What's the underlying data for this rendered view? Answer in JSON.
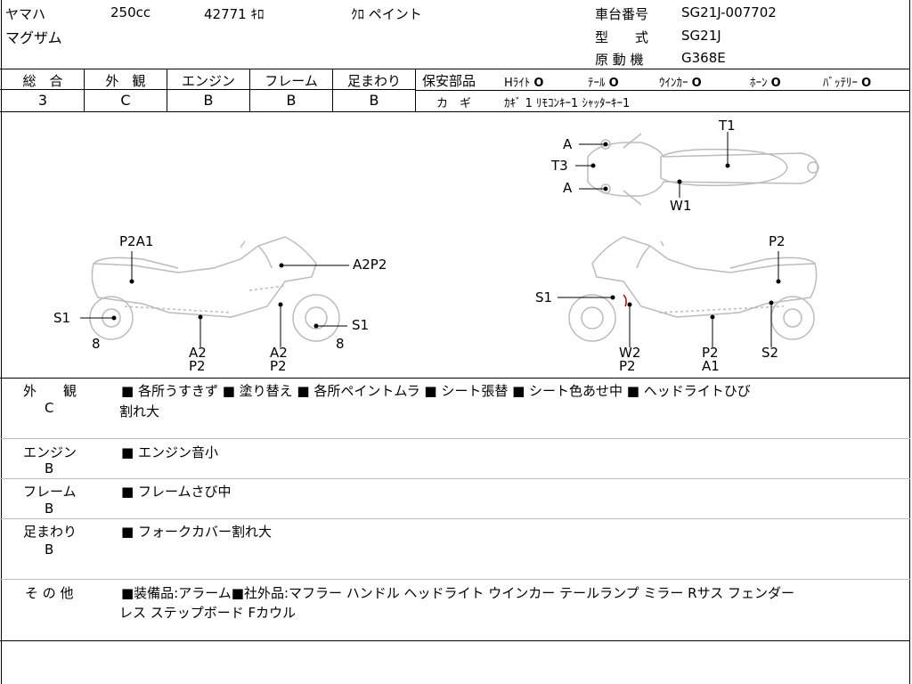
{
  "header": {
    "maker": "ヤマハ",
    "cc": "250cc",
    "mileage": "42771 ｷﾛ",
    "color": "ｸﾛ ペイント",
    "model_name": "マグザム",
    "chassis_label": "車台番号",
    "chassis_value": "SG21J-007702",
    "type_label": "型　　式",
    "type_value": "SG21J",
    "engine_label": "原 動 機",
    "engine_value": "G368E"
  },
  "grades": {
    "total_label": "総　合",
    "total_value": "3",
    "exterior_label": "外　観",
    "exterior_value": "C",
    "engine_label": "エンジン",
    "engine_value": "B",
    "frame_label": "フレーム",
    "frame_value": "B",
    "suspension_label": "足まわり",
    "suspension_value": "B"
  },
  "safety": {
    "label": "保安部品",
    "items": [
      {
        "name": "Hﾗｲﾄ",
        "mark": "O"
      },
      {
        "name": "ﾃｰﾙ",
        "mark": "O"
      },
      {
        "name": "ｳｲﾝｶｰ",
        "mark": "O"
      },
      {
        "name": "ﾎｰﾝ",
        "mark": "O"
      },
      {
        "name": "ﾊﾞｯﾃﾘｰ",
        "mark": "O"
      }
    ],
    "key_label": "カ　ギ",
    "key_value": "ｶｷﾞ 1 ﾘﾓｺﾝｷｰ1 ｼｬｯﾀｰｷｰ1"
  },
  "diagram": {
    "top_labels": {
      "T1": "T1",
      "A1": "A",
      "T3": "T3",
      "A2": "A",
      "W1": "W1"
    },
    "left_labels": {
      "p2a1": "P2A1",
      "a2p2": "A2P2",
      "s1_left": "S1",
      "s1_right": "S1",
      "eight_left": "8",
      "eight_right": "8",
      "a2_1": "A2",
      "p2_1": "P2",
      "a2_2": "A2",
      "p2_2": "P2"
    },
    "right_labels": {
      "p2_top": "P2",
      "s1": "S1",
      "w2": "W2",
      "p2_w": "P2",
      "p2_mid": "P2",
      "a1_mid": "A1",
      "s2": "S2"
    }
  },
  "details": [
    {
      "category": "外　　観",
      "grade": "C",
      "text": "■ 各所うすきず ■ 塗り替え ■ 各所ペイントムラ ■ シート張替 ■ シート色あせ中 ■ ヘッドライトひび",
      "text2": "割れ大"
    },
    {
      "category": "エンジン",
      "grade": "B",
      "text": "■ エンジン音小",
      "text2": ""
    },
    {
      "category": "フレーム",
      "grade": "B",
      "text": "■ フレームさび中",
      "text2": ""
    },
    {
      "category": "足まわり",
      "grade": "B",
      "text": "■ フォークカバー割れ大",
      "text2": ""
    },
    {
      "category": "そ の 他",
      "grade": "",
      "text": "■装備品:アラーム■社外品:マフラー ハンドル ヘッドライト ウインカー テールランプ ミラー Rサス フェンダー",
      "text2": "レス ステップボード Fカウル"
    }
  ],
  "colors": {
    "line": "#000000",
    "divider": "#bdbdbd",
    "accent_red": "#cc0000"
  }
}
